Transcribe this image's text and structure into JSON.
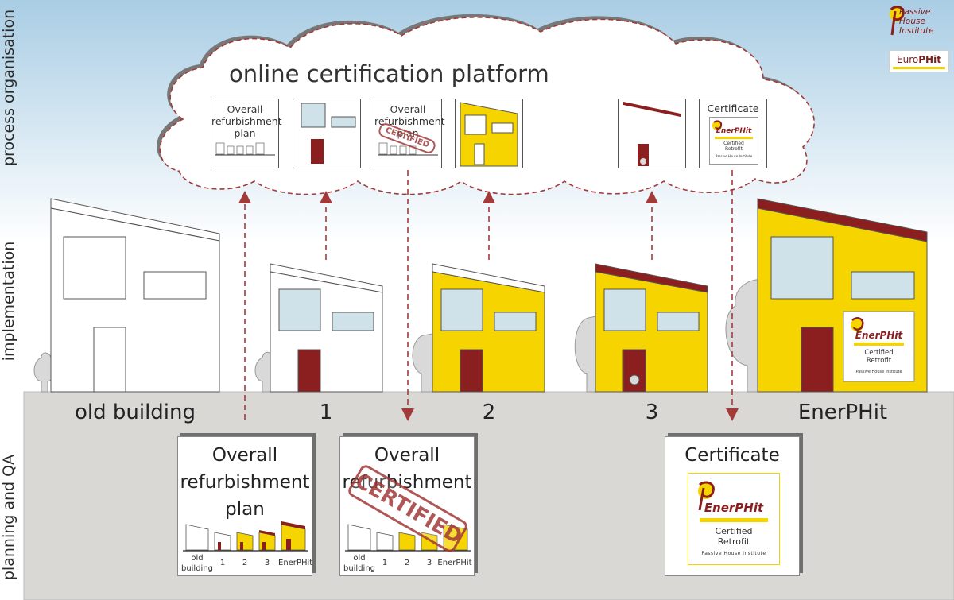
{
  "side_labels": {
    "process": "process organisation",
    "implementation": "implementation",
    "planning": "planning and QA"
  },
  "cloud": {
    "title": "online certification platform",
    "plan_doc_lines": [
      "Overall",
      "refurbishment",
      "plan"
    ],
    "certified_doc_lines": [
      "Overall",
      "refurbishment",
      "plan"
    ],
    "certificate_doc_title": "Certificate"
  },
  "stages": [
    "old building",
    "1",
    "2",
    "3",
    "EnerPHit"
  ],
  "plan_doc": {
    "title_lines": [
      "Overall",
      "refurbishment",
      "plan"
    ],
    "building_labels": [
      "old building",
      "1",
      "2",
      "3",
      "EnerPHit"
    ]
  },
  "certified_doc": {
    "title_lines": [
      "Overall",
      "refurbishment"
    ],
    "building_labels": [
      "old building",
      "1",
      "2",
      "3",
      "EnerPHit"
    ],
    "stamp": "CERTIFIED"
  },
  "certificate_doc": {
    "title": "Certificate"
  },
  "badge": {
    "name": "EnerPHit",
    "line1": "Certified",
    "line2": "Retrofit",
    "org": "Passive House Institute"
  },
  "logos": {
    "pi_line1": "Passive House",
    "pi_line2": "Institute",
    "europhit_a": "Euro",
    "europhit_b": "PHit"
  },
  "colors": {
    "yellow": "#f5d400",
    "dark_red": "#8b1e1e",
    "window_blue": "#cfe2ea",
    "ground": "#d9d8d4",
    "sky": "#a9cde4"
  }
}
